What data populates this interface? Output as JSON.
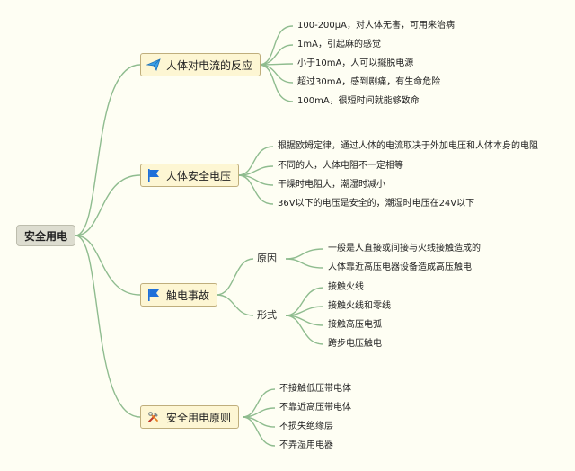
{
  "root": {
    "label": "安全用电"
  },
  "branches": [
    {
      "label": "人体对电流的反应",
      "icon": "paper-plane-icon",
      "leaves": [
        "100-200μA，对人体无害，可用来治病",
        "1mA，引起麻的感觉",
        "小于10mA，人可以擺脱电源",
        "超过30mA，感到剧痛，有生命危险",
        "100mA，很短时间就能够致命"
      ]
    },
    {
      "label": "人体安全电压",
      "icon": "blue-flag-icon",
      "leaves": [
        "根据欧姆定律，通过人体的电流取决于外加电压和人体本身的电阻",
        "不同的人，人体电阻不一定相等",
        "干燥时电阻大，潮湿时减小",
        "36V以下的电压是安全的，潮湿时电压在24V以下"
      ]
    },
    {
      "label": "触电事故",
      "icon": "blue-flag-icon",
      "subs": [
        {
          "label": "原因",
          "leaves": [
            "一般是人直接或间接与火线接触造成的",
            "人体靠近高压电器设备造成高压触电"
          ]
        },
        {
          "label": "形式",
          "leaves": [
            "接触火线",
            "接触火线和零线",
            "接触高压电弧",
            "跨步电压触电"
          ]
        }
      ]
    },
    {
      "label": "安全用电原则",
      "icon": "tools-icon",
      "leaves": [
        "不接触低压带电体",
        "不靠近高压带电体",
        "不损失绝缘层",
        "不弄湿用电器"
      ]
    }
  ],
  "colors": {
    "background": "#fefef3",
    "connector": "#8fbc8f",
    "branch_fill": "#fdf6d3",
    "root_fill": "#ddddd0",
    "flag_blue": "#1e6fd9"
  }
}
